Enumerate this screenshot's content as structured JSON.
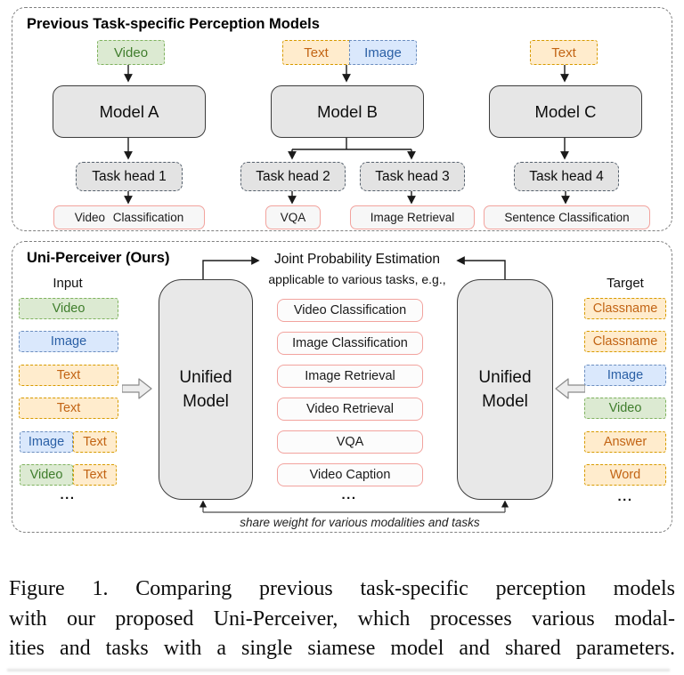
{
  "top_panel": {
    "title": "Previous Task-specific Perception Models",
    "col_a": {
      "input": "Video",
      "model": "Model A",
      "head": "Task head 1",
      "task": "Video Classification"
    },
    "col_b": {
      "input_text": "Text",
      "input_image": "Image",
      "model": "Model B",
      "head_left": "Task head 2",
      "task_left": "VQA",
      "head_right": "Task head 3",
      "task_right": "Image Retrieval"
    },
    "col_c": {
      "input": "Text",
      "model": "Model C",
      "head": "Task head 4",
      "task": "Sentence Classification"
    }
  },
  "bottom_panel": {
    "title": "Uni-Perceiver (Ours)",
    "joint_title": "Joint Probability Estimation",
    "joint_subtitle": "applicable to various tasks, e.g.,",
    "input_label": "Input",
    "target_label": "Target",
    "unified_model": "Unified\nModel",
    "inputs": [
      {
        "a": "Video"
      },
      {
        "a": "Image"
      },
      {
        "a": "Text"
      },
      {
        "a": "Text"
      },
      {
        "a": "Image",
        "b": "Text"
      },
      {
        "a": "Video",
        "b": "Text"
      }
    ],
    "inputs_ellipsis": "...",
    "tasks": [
      "Video Classification",
      "Image Classification",
      "Image Retrieval",
      "Video Retrieval",
      "VQA",
      "Video Caption"
    ],
    "tasks_ellipsis": "...",
    "targets": [
      "Classname",
      "Classname",
      "Image",
      "Video",
      "Answer",
      "Word"
    ],
    "targets_ellipsis": "...",
    "share_note": "share weight for various modalities and tasks"
  },
  "caption": {
    "line1": "Figure 1.  Comparing previous task-specific perception models",
    "line2": "with our proposed Uni-Perceiver, which processes various modal-",
    "line3": "ities and tasks with a single siamese model and shared parameters."
  },
  "colors": {
    "video_fill": "#dcead2",
    "video_border": "#7fb25e",
    "video_text": "#3f7d2c",
    "image_fill": "#dae8fc",
    "image_border": "#6c8ebf",
    "image_text": "#2a5fa5",
    "text_fill": "#ffeccd",
    "text_border": "#d79b00",
    "text_text": "#c26414",
    "model_fill": "#e6e6e6",
    "model_border": "#3c3c3c",
    "task_border": "#f2a39e",
    "panel_border": "#7f7f7f"
  }
}
